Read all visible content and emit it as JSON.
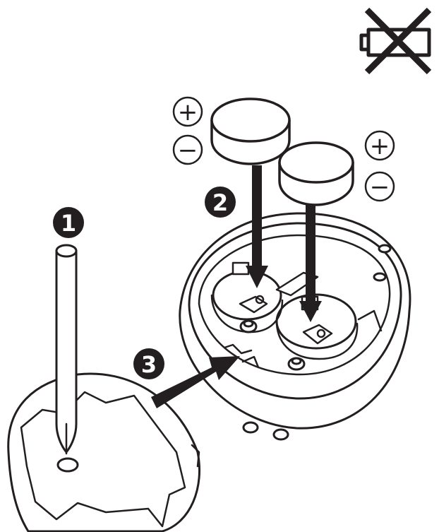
{
  "colors": {
    "ink": "#231f20",
    "paper": "#ffffff"
  },
  "steps": [
    {
      "number": "1"
    },
    {
      "number": "2"
    },
    {
      "number": "3"
    }
  ],
  "polarity": {
    "left": {
      "plus": "+",
      "minus": "−"
    },
    "right": {
      "plus": "+",
      "minus": "−"
    }
  },
  "icons": {
    "no_battery": "crossed-out-battery-icon",
    "screwdriver": "screwdriver-icon",
    "coin_battery": "coin-cell-battery-icon",
    "arrow": "insert-arrow-icon"
  }
}
